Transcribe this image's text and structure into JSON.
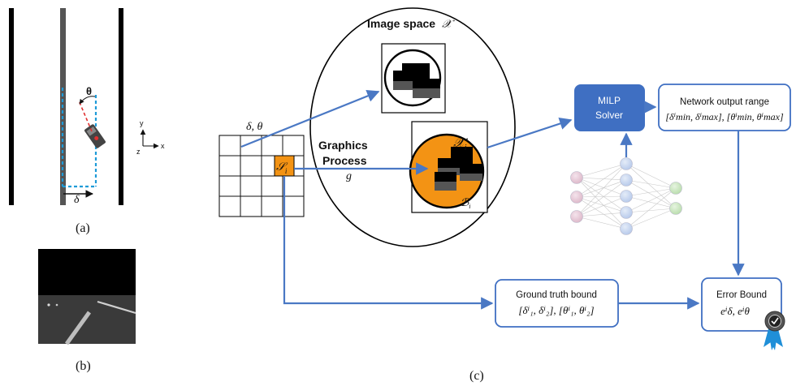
{
  "panel_a": {
    "theta_label": "θ",
    "axis_y": "y",
    "axis_x": "x",
    "axis_z": "z",
    "delta_label": "δ",
    "caption": "(a)"
  },
  "panel_b": {
    "caption": "(b)"
  },
  "panel_c": {
    "caption": "(c)",
    "grid_top_label": "δ, θ",
    "cell_label": "𝒮",
    "cell_sub": "i",
    "process_line1": "Graphics",
    "process_line2": "Process",
    "process_symbol": "g",
    "image_space_label": "Image space",
    "image_space_symbol": "𝒳",
    "xi_label": "𝒳",
    "xi_sub": "i",
    "bi_label": "ℬ",
    "bi_sub": "i",
    "milp_line1": "MILP",
    "milp_line2": "Solver",
    "network_range_title": "Network output range",
    "network_range_formula": "[δⁱmin, δⁱmax], [θⁱmin, θⁱmax]",
    "ground_truth_title": "Ground truth bound",
    "ground_truth_formula": "[δⁱ₁, δⁱ₂], [θⁱ₁, θⁱ₂]",
    "error_bound_title": "Error Bound",
    "error_bound_formula": "eⁱδ, eⁱθ"
  },
  "colors": {
    "arrow_blue": "#4a78c4",
    "milp_fill": "#3f6fc2",
    "orange": "#f39314",
    "node_pink": "#e6c7d6",
    "node_blue": "#c9d8f0",
    "node_green": "#cdeac4",
    "ribbon_blue": "#1f8fd8"
  }
}
